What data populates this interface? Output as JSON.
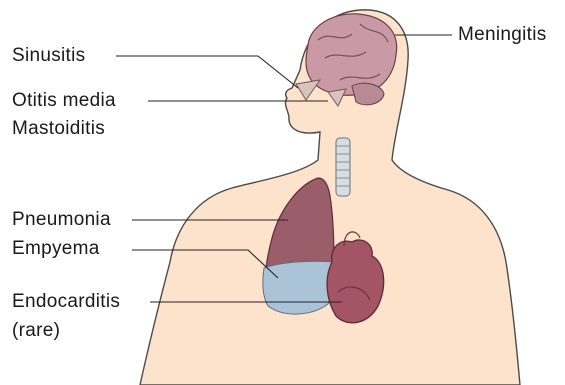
{
  "labels": {
    "meningitis": "Meningitis",
    "sinusitis": "Sinusitis",
    "otitis_media": "Otitis media",
    "mastoiditis": "Mastoiditis",
    "pneumonia": "Pneumonia",
    "empyema": "Empyema",
    "endocarditis": "Endocarditis",
    "rare_note": "(rare)"
  },
  "colors": {
    "skin": "#fde3cc",
    "outline": "#4a4a4a",
    "brain": "#c99aa6",
    "sinus": "#d9c3bd",
    "lung": "#9b5d6a",
    "pleural_effusion": "#aac3d6",
    "heart": "#a35565",
    "trachea": "#d8dde0",
    "leader_line": "#222222"
  }
}
